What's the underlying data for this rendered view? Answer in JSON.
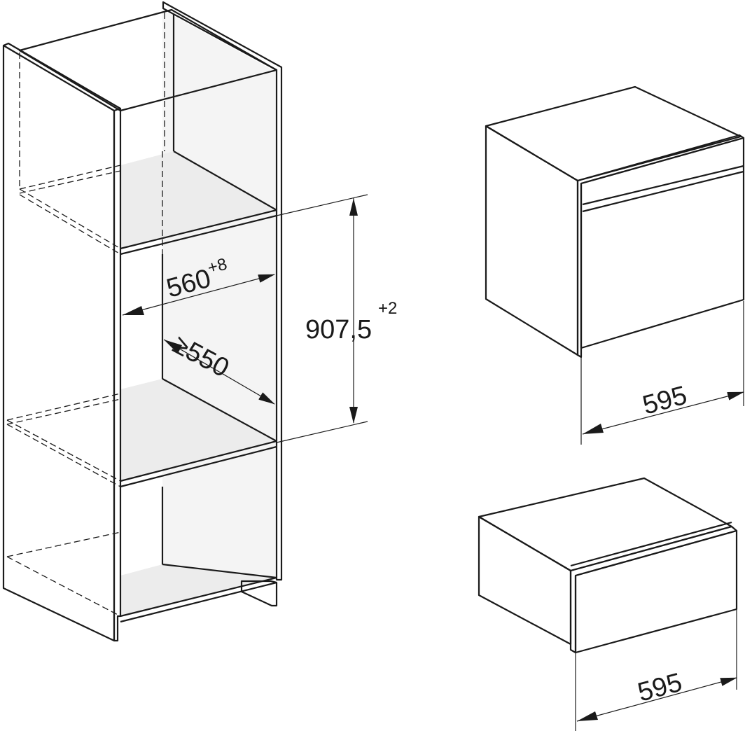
{
  "cabinet": {
    "width_label": "560",
    "width_tolerance": "+8",
    "depth_label": "≥550",
    "height_label": "907,5",
    "height_tolerance": "+2"
  },
  "oven": {
    "width_label": "595"
  },
  "drawer": {
    "width_label": "595"
  },
  "colors": {
    "line": "#1a1a1a",
    "panel_shade": "#e6e6e6",
    "face_light": "#f3f3f3"
  }
}
